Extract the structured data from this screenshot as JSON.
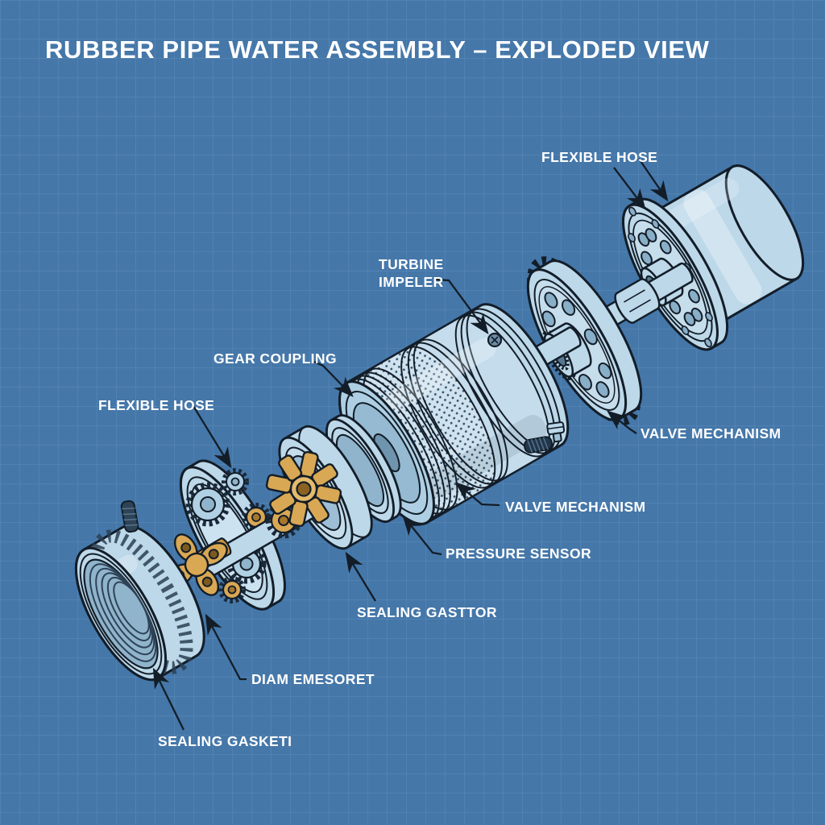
{
  "title": "RUBBER PIPE WATER ASSEMBLY – EXPLODED VIEW",
  "labels": {
    "flexible_hose_top": "FLEXIBLE HOSE",
    "turbine_impeller_line1": "TURBINE",
    "turbine_impeller_line2": "IMPELER",
    "gear_coupling": "GEAR COUPLING",
    "flexible_hose_left": "FLEXIBLE HOSE",
    "valve_mechanism_right": "VALVE MECHANISM",
    "valve_mechanism_mid": "VALVE MECHANISM",
    "pressure_sensor": "PRESSURE SENSOR",
    "sealing_gasttor": "SEALING GASTTOR",
    "diam_emesoret": "DIAM EMESORET",
    "sealing_gasketi": "SEALING GASKETI"
  },
  "colors": {
    "background": "#4577a9",
    "grid_line": "#6b99c4",
    "part_fill": "#bcd8e9",
    "part_shadow": "#8fb4cc",
    "outline": "#131d28",
    "brass": "#d9a854",
    "brass_dark": "#a8762c",
    "label_text": "#ffffff",
    "leader_line": "#131d28"
  }
}
